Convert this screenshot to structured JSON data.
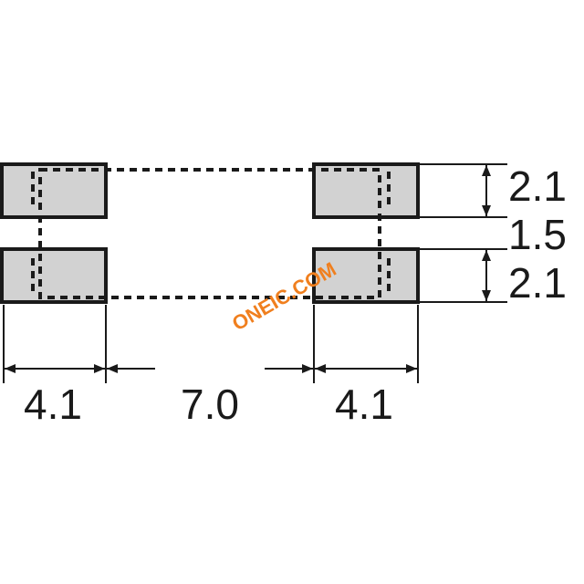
{
  "dimensions": {
    "pad_width": "4.1",
    "pad_gap_horizontal": "7.0",
    "pad_width_right": "4.1",
    "pad_height_top": "2.1",
    "pad_gap_vertical": "1.5",
    "pad_height_bottom": "2.1"
  },
  "watermark": "ONEIC.COM",
  "colors": {
    "pad_fill": "#d2d2d2",
    "outline": "#1a1a1a",
    "watermark": "#f07f1e"
  }
}
